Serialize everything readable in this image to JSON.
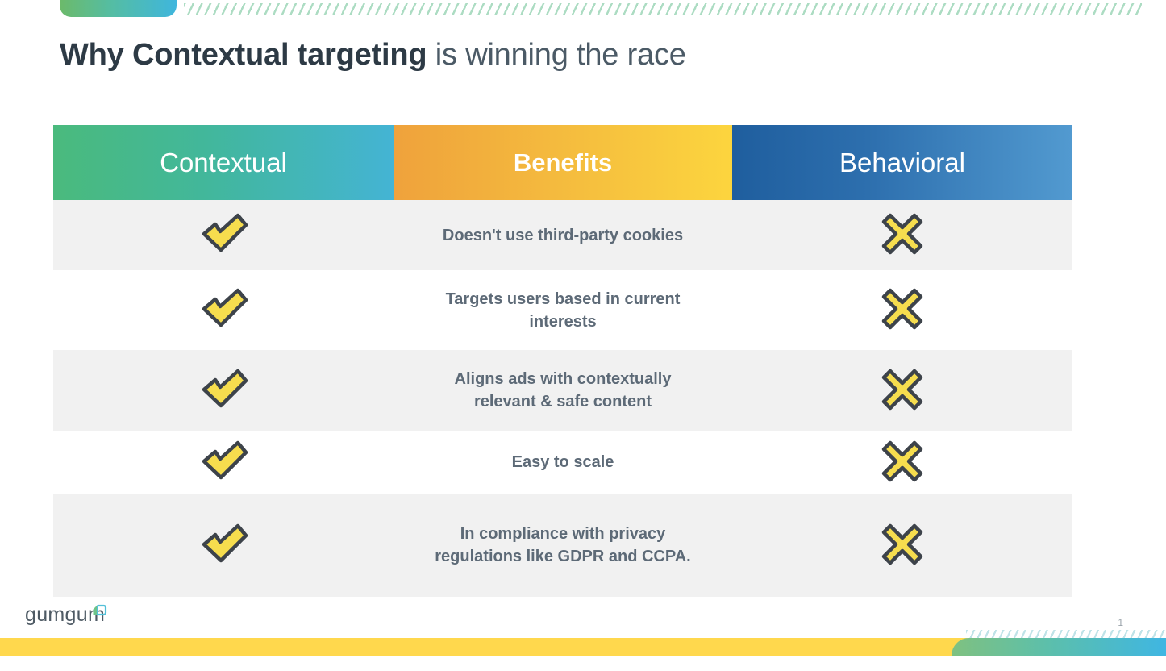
{
  "slide": {
    "title_bold": "Why Contextual targeting",
    "title_rest": " is winning the race",
    "page_number": "1",
    "logo_text": "gumgum"
  },
  "table": {
    "headers": {
      "left": "Contextual",
      "middle": "Benefits",
      "right": "Behavioral"
    },
    "rows": [
      {
        "contextual": "check-mark",
        "benefit": "Doesn't use third-party cookies",
        "behavioral": "cross-mark"
      },
      {
        "contextual": "check-mark",
        "benefit": "Targets users based in current interests",
        "behavioral": "cross-mark"
      },
      {
        "contextual": "check-mark",
        "benefit": "Aligns ads with contextually relevant & safe content",
        "behavioral": "cross-mark"
      },
      {
        "contextual": "check-mark",
        "benefit": "Easy to scale",
        "behavioral": "cross-mark"
      },
      {
        "contextual": "check-mark",
        "benefit": "In compliance with privacy regulations like GDPR and CCPA.",
        "behavioral": "cross-mark"
      }
    ]
  },
  "colors": {
    "check_fill": "#f6dd4e",
    "check_stroke": "#3d434a",
    "cross_fill": "#f6dd4e",
    "cross_stroke": "#3d434a",
    "header_green": "#4aba7d",
    "header_blue": "#44b4d4",
    "header_orange": "#efa23c",
    "header_yellow": "#fcd53e",
    "header_navy": "#1f5e9e",
    "benefit_text": "#5d6a77",
    "title_text": "#2d3a45",
    "row_alt_bg": "#f1f1f1",
    "footer_yellow": "#ffd84d"
  }
}
